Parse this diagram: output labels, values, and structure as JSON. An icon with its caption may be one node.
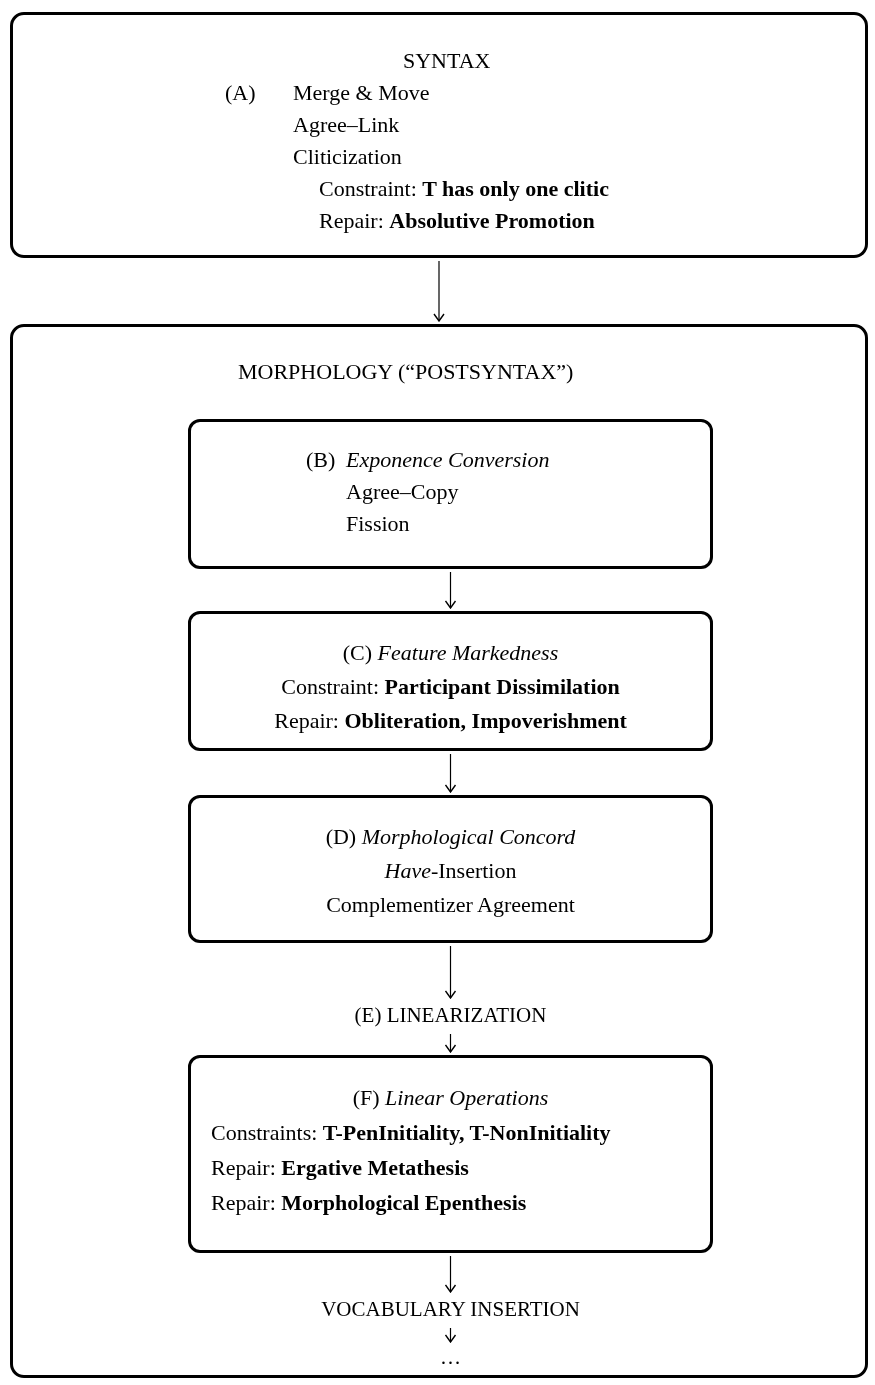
{
  "diagram": {
    "nodes": [
      {
        "text": [
          "SYNTAX",
          "(A)",
          "Merge & Move",
          "Agree–Link",
          "Cliticization",
          "Constraint: **T has only one clitic**",
          "Repair: **Absolutive Promotion**"
        ]
      },
      {
        "text": [
          "MORPHOLOGY (“POSTSYNTAX”)"
        ]
      },
      {
        "text": [
          "(B)",
          "*Exponence Conversion*",
          "Agree–Copy",
          "Fission"
        ],
        "in": 1
      },
      {
        "text": [
          "(C) *Feature Markedness*",
          "Constraint: **Participant Dissimilation**",
          "Repair: **Obliteration, Impoverishment**"
        ],
        "in": 1
      },
      {
        "text": [
          "(D) *Morphological Concord*",
          "*Have*-Insertion",
          "Complementizer Agreement"
        ],
        "in": 1
      },
      {
        "text": [
          "(E) LINEARIZATION"
        ],
        "in": 1
      },
      {
        "text": [
          "(F) *Linear Operations*",
          "Constraints: **T-PenInitiality, T-NonInitiality**",
          "Repair: **Ergative Metathesis**",
          "Repair: **Morphological Epenthesis**"
        ],
        "in": 1
      },
      {
        "text": [
          "VOCABULARY INSERTION"
        ],
        "in": 1
      },
      {
        "text": [
          "…"
        ],
        "in": 1
      }
    ],
    "edges": [
      {
        "from": 0,
        "to": 1,
        "arrow": "to"
      },
      {
        "from": 2,
        "to": 3,
        "arrow": "to"
      },
      {
        "from": 3,
        "to": 4,
        "arrow": "to"
      },
      {
        "from": 4,
        "to": 5,
        "arrow": "to"
      },
      {
        "from": 5,
        "to": 6,
        "arrow": "to"
      },
      {
        "from": 6,
        "to": 7,
        "arrow": "to"
      },
      {
        "from": 7,
        "to": 8,
        "arrow": "to"
      }
    ]
  }
}
